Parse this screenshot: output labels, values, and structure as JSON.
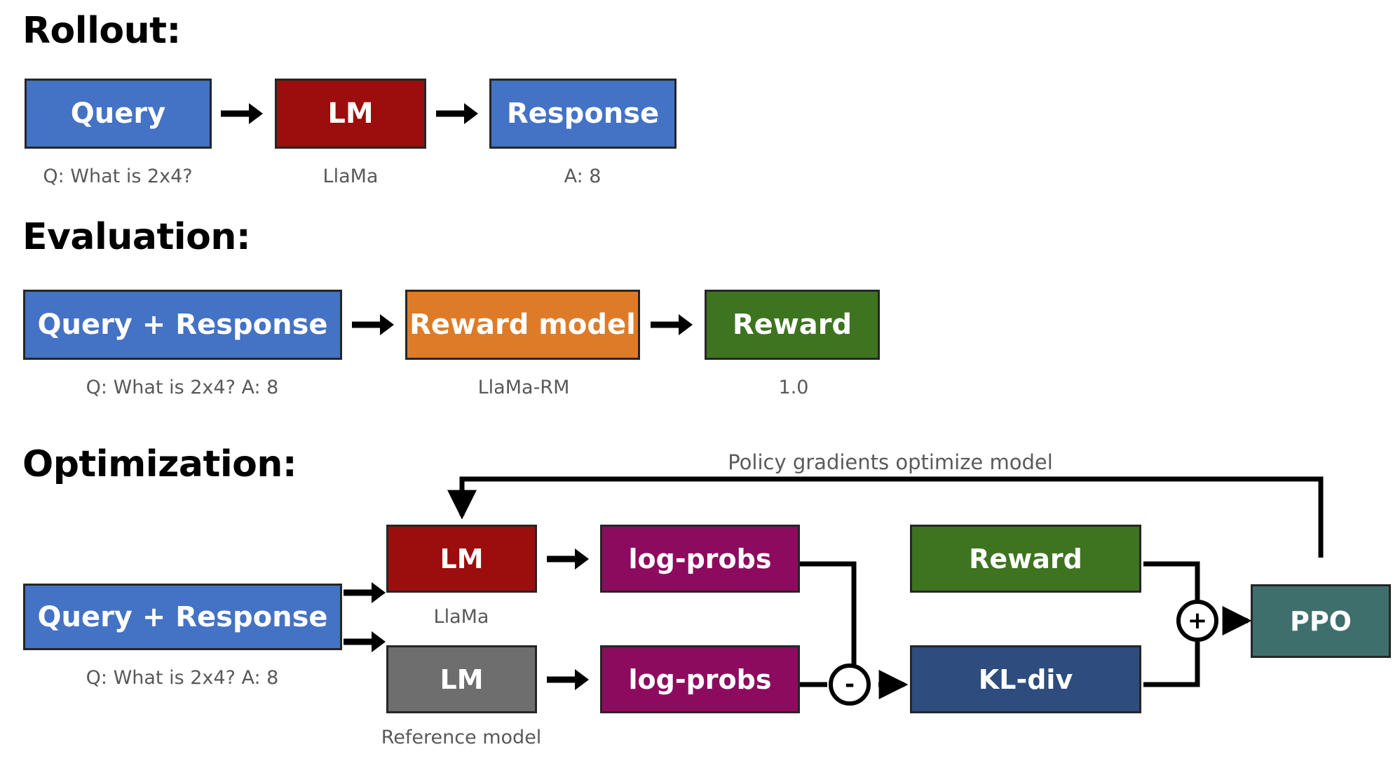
{
  "diagram": {
    "title_rollout": "Rollout:",
    "title_evaluation": "Evaluation:",
    "title_optimization": "Optimization:",
    "annotation_policy": "Policy gradients optimize model"
  },
  "colors": {
    "blue": "#4472C4",
    "dark_red": "#9C0D0D",
    "orange": "#DE7B28",
    "green": "#3E7320",
    "purple": "#8D0B5E",
    "gray": "#6E6E6E",
    "navy": "#2E4C7E",
    "teal": "#3F6F6C",
    "border": "#262626",
    "caption_text": "#595959",
    "heading_text": "#000000"
  },
  "rollout": {
    "boxes": [
      {
        "label": "Query",
        "caption": "Q: What is 2x4?",
        "color": "#4472C4"
      },
      {
        "label": "LM",
        "caption": "LlaMa",
        "color": "#9C0D0D"
      },
      {
        "label": "Response",
        "caption": "A: 8",
        "color": "#4472C4"
      }
    ]
  },
  "evaluation": {
    "boxes": [
      {
        "label": "Query + Response",
        "caption": "Q: What is 2x4? A: 8",
        "color": "#4472C4"
      },
      {
        "label": "Reward model",
        "caption": "LlaMa-RM",
        "color": "#DE7B28"
      },
      {
        "label": "Reward",
        "caption": "1.0",
        "color": "#3E7320"
      }
    ]
  },
  "optimization": {
    "input": {
      "label": "Query + Response",
      "caption": "Q: What is 2x4? A: 8",
      "color": "#4472C4"
    },
    "policy_lm": {
      "label": "LM",
      "caption": "LlaMa",
      "color": "#9C0D0D"
    },
    "reference_lm": {
      "label": "LM",
      "caption": "Reference model",
      "color": "#6E6E6E"
    },
    "logprobs_policy": {
      "label": "log-probs",
      "color": "#8D0B5E"
    },
    "logprobs_reference": {
      "label": "log-probs",
      "color": "#8D0B5E"
    },
    "reward": {
      "label": "Reward",
      "color": "#3E7320"
    },
    "kl_div": {
      "label": "KL-div",
      "color": "#2E4C7E"
    },
    "ppo": {
      "label": "PPO",
      "color": "#3F6F6C"
    },
    "op_minus": {
      "symbol": "-"
    },
    "op_plus": {
      "symbol": "+"
    }
  }
}
